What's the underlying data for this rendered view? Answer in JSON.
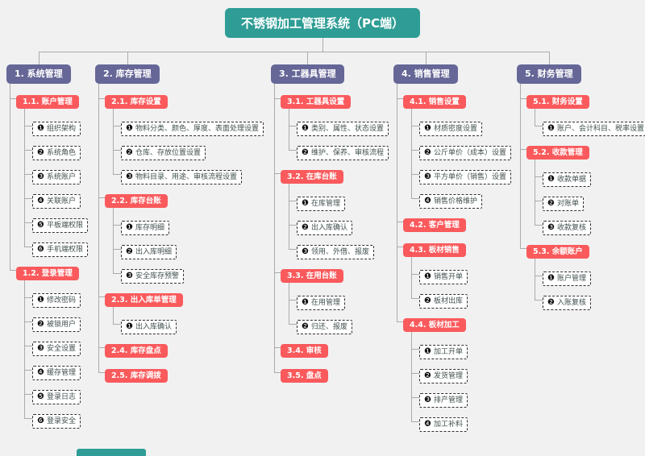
{
  "title": "不锈钢加工管理系统（PC端）",
  "colors": {
    "title_bg": "#2F9D95",
    "level1_bg": "#666797",
    "level2_bg": "#FA5A5C",
    "line": "#ABABAB",
    "leaf_text": "#41504F"
  },
  "item_number_glyphs": [
    "❶",
    "❷",
    "❸",
    "❹",
    "❺",
    "❻"
  ],
  "columns": [
    {
      "label": "1. 系统管理",
      "sections": [
        {
          "label": "1.1. 账户管理",
          "items": [
            "组织架构",
            "系统角色",
            "系统账户",
            "关联账户",
            "平板端权限",
            "手机端权限"
          ]
        },
        {
          "label": "1.2. 登录管理",
          "items": [
            "修改密码",
            "被锁用户",
            "安全设置",
            "缓存管理",
            "登录日志",
            "登录安全"
          ]
        }
      ]
    },
    {
      "label": "2. 库存管理",
      "sections": [
        {
          "label": "2.1. 库存设置",
          "items": [
            "物料分类、颜色、厚度、表面处理设置",
            "仓库、存放位置设置",
            "物料目录、用途、审核流程设置"
          ]
        },
        {
          "label": "2.2. 库存台账",
          "items": [
            "库存明细",
            "出入库明细",
            "安全库存预警"
          ]
        },
        {
          "label": "2.3. 出入库单管理",
          "items": [
            "出入库确认"
          ]
        },
        {
          "label": "2.4. 库存盘点",
          "items": []
        },
        {
          "label": "2.5. 库存调拨",
          "items": []
        }
      ]
    },
    {
      "label": "3. 工器具管理",
      "sections": [
        {
          "label": "3.1. 工器具设置",
          "items": [
            "类别、属性、状态设置",
            "维护、保养、审核流程"
          ]
        },
        {
          "label": "3.2. 在库台账",
          "items": [
            "在库管理",
            "出入库确认",
            "领用、外借、报废"
          ]
        },
        {
          "label": "3.3. 在用台账",
          "items": [
            "在用管理",
            "归还、报废"
          ]
        },
        {
          "label": "3.4. 审核",
          "items": []
        },
        {
          "label": "3.5. 盘点",
          "items": []
        }
      ]
    },
    {
      "label": "4. 销售管理",
      "sections": [
        {
          "label": "4.1. 销售设置",
          "items": [
            "材质密度设置",
            "公斤单价（成本）设置",
            "平方单价（销售）设置",
            "销售价格维护"
          ]
        },
        {
          "label": "4.2. 客户管理",
          "items": []
        },
        {
          "label": "4.3. 板材销售",
          "items": [
            "销售开单",
            "板材出库"
          ]
        },
        {
          "label": "4.4. 板材加工",
          "items": [
            "加工开单",
            "发货管理",
            "排产管理",
            "加工补料"
          ]
        }
      ]
    },
    {
      "label": "5. 财务管理",
      "sections": [
        {
          "label": "5.1. 财务设置",
          "items": [
            "账户、会计科目、税率设置"
          ]
        },
        {
          "label": "5.2. 收款管理",
          "items": [
            "收款单据",
            "对账单",
            "收款复核"
          ]
        },
        {
          "label": "5.3. 余额账户",
          "items": [
            "账户管理",
            "入账复核"
          ]
        }
      ]
    }
  ]
}
